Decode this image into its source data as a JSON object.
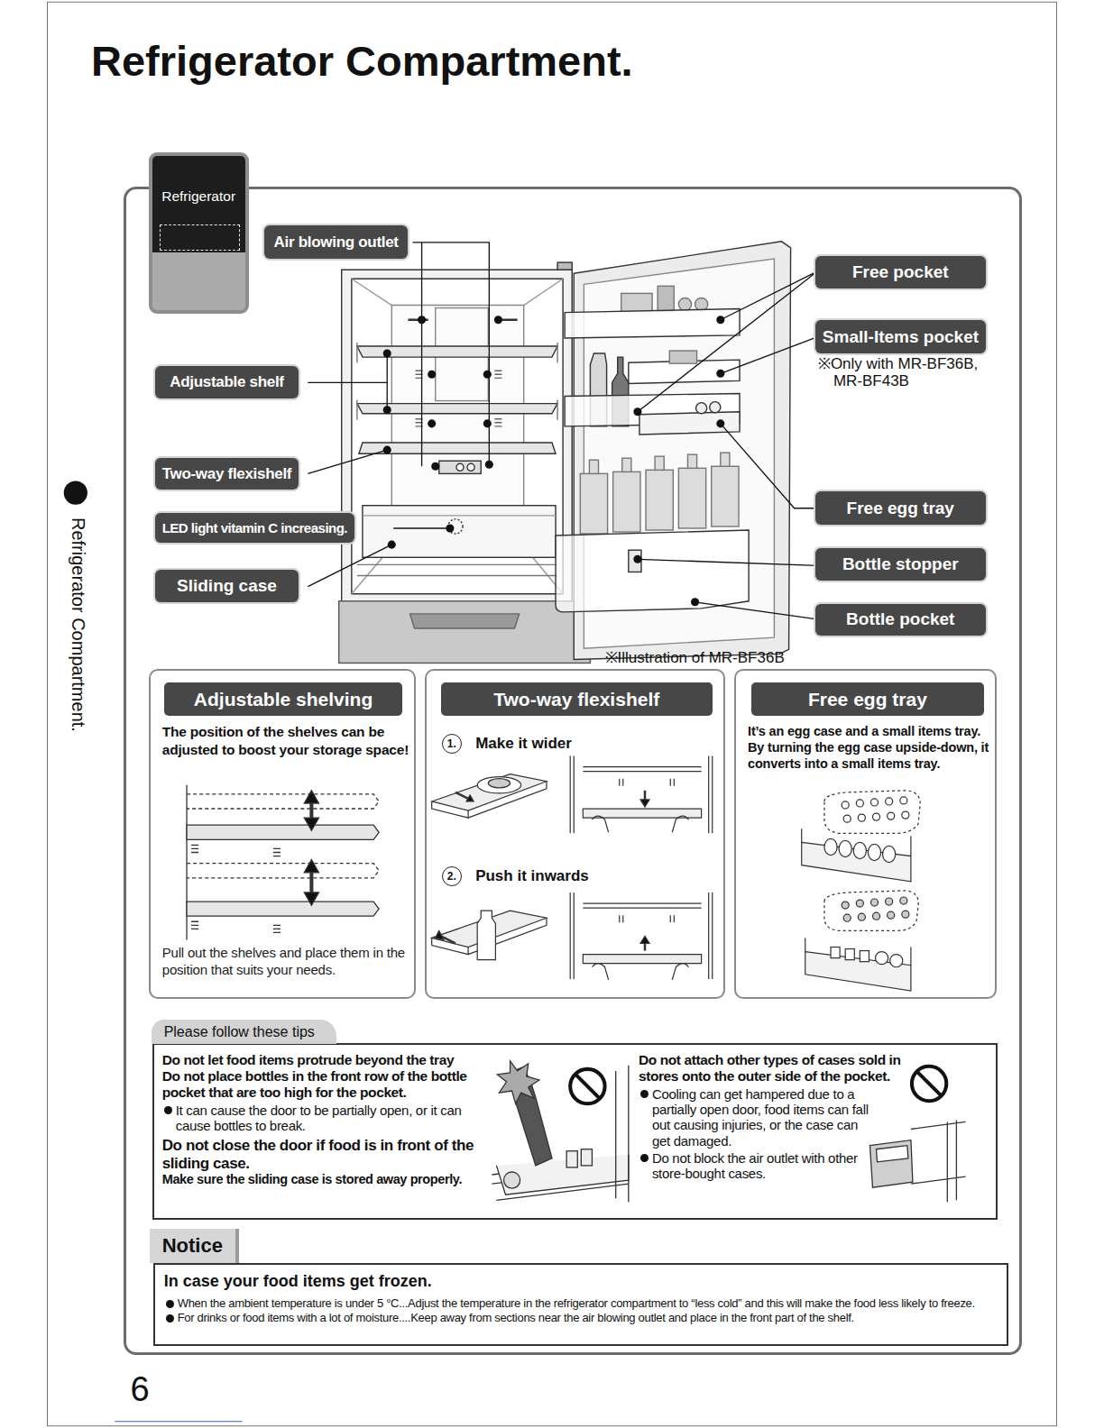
{
  "diagram": {
    "title": "Refrigerator Compartment.",
    "nodes": [
      {
        "text": [
          "Refrigerator"
        ]
      },
      {
        "text": [
          "Air blowing outlet"
        ]
      },
      {
        "text": [
          "Adjustable shelf"
        ]
      },
      {
        "text": [
          "Two-way flexishelf"
        ]
      },
      {
        "text": [
          "LED light vitamin C increasing."
        ]
      },
      {
        "text": [
          "Sliding case"
        ]
      },
      {
        "text": [
          "Free pocket"
        ]
      },
      {
        "text": [
          "Small-Items pocket"
        ]
      },
      {
        "text": [
          "Free egg tray"
        ]
      },
      {
        "text": [
          "Bottle stopper"
        ]
      },
      {
        "text": [
          "Bottle pocket"
        ]
      },
      {
        "text": [
          "Adjustable shelving",
          "The position of the shelves can be adjusted to boost your storage space!",
          "Pull out the shelves and place them in the position that suits your needs."
        ]
      },
      {
        "text": [
          "Two-way flexishelf",
          "1.",
          "Make it wider",
          "2.",
          "Push it inwards"
        ]
      },
      {
        "text": [
          "Free egg tray",
          "It’s an egg case and a small items tray. By turning the egg case upside-down, it converts into a small items tray."
        ]
      },
      {
        "text": [
          "Please follow these tips",
          "Do not let food items protrude beyond the tray",
          "Do not place bottles in the front row of the bottle pocket that are too high for the pocket.",
          "It can cause the door to be partially open, or it can cause bottles to break.",
          "Do not close the door if food is in front of the sliding case.",
          "Make sure the sliding case is stored away properly.",
          "Do not attach other types of cases sold in stores onto the outer side of the pocket.",
          "Cooling can get hampered due to a partially open door, food items can fall out causing injuries, or the case can get damaged.",
          "Do not block the air outlet with other store-bought cases."
        ]
      },
      {
        "text": [
          "Notice",
          "In case your food items get frozen.",
          "When the ambient temperature is under 5 °C...Adjust the temperature in the refrigerator compartment to “less cold” and this will make the food less likely to freeze.",
          "For drinks or food items with a lot of moisture....Keep away from sections near the air blowing outlet and place in the front part of the shelf."
        ]
      }
    ],
    "labels": [
      "Refrigerator Compartment.",
      "※Only with MR-BF36B, MR-BF43B",
      "※Illustration of MR-BF36B",
      "6"
    ]
  }
}
